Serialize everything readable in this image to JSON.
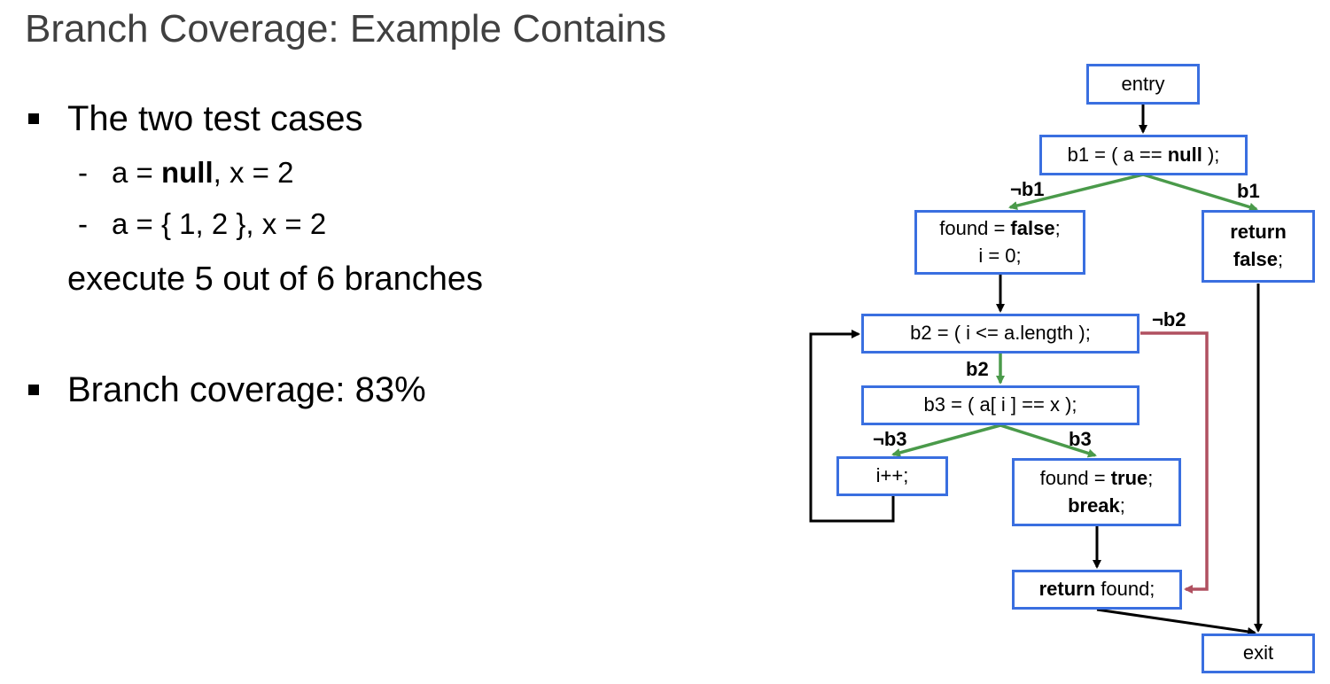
{
  "slide": {
    "title": "Branch Coverage: Example Contains",
    "bullet1": "The two test cases",
    "case1": {
      "dash": "-",
      "pre": "a = ",
      "bold": "null",
      "post": ", x = 2"
    },
    "case2": {
      "dash": "-",
      "text": "a = { 1, 2 }, x = 2"
    },
    "summary": "execute 5 out of 6 branches",
    "bullet2": "Branch coverage: 83%"
  },
  "cfg": {
    "entry": "entry",
    "b1_pre": "b1 = ( a == ",
    "b1_bold": "null",
    "b1_post": " );",
    "found_false_pre": "found = ",
    "found_false_bold": "false",
    "found_false_post": ";",
    "i_zero": "i = 0;",
    "return_false_bold1": "return",
    "return_false_bold2": "false",
    "return_false_post": ";",
    "b2": "b2 = ( i <= a.length );",
    "b3": "b3 = ( a[ i ] == x );",
    "i_inc": "i++;",
    "found_true_pre": "found = ",
    "found_true_bold": "true",
    "found_true_post": ";",
    "break_bold": "break",
    "break_post": ";",
    "return_found_bold": "return",
    "return_found_post": " found;",
    "exit": "exit",
    "labels": {
      "not_b1": "¬b1",
      "b1": "b1",
      "not_b2": "¬b2",
      "b2": "b2",
      "not_b3": "¬b3",
      "b3": "b3"
    }
  },
  "colors": {
    "node_border": "#3a6fe0",
    "covered_edge": "#4a9a4a",
    "uncovered_edge": "#b05060",
    "plain_edge": "#000000",
    "title_text": "#404040"
  }
}
